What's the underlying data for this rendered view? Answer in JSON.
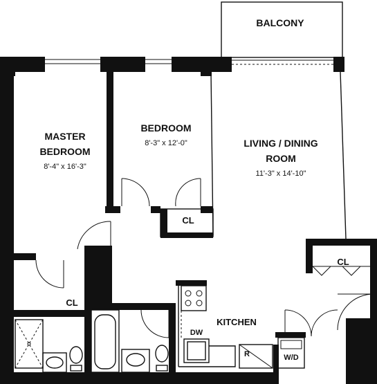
{
  "rooms": {
    "balcony": {
      "name": "BALCONY"
    },
    "master_bedroom": {
      "name_line1": "MASTER",
      "name_line2": "BEDROOM",
      "dims": "8'-4\" x 16'-3\""
    },
    "bedroom": {
      "name": "BEDROOM",
      "dims": "8'-3\" x 12'-0\""
    },
    "living_dining": {
      "name_line1": "LIVING / DINING",
      "name_line2": "ROOM",
      "dims": "11'-3\" x 14'-10\""
    },
    "kitchen": {
      "name": "KITCHEN"
    }
  },
  "closets": {
    "bedroom_closet": "CL",
    "living_closet": "CL",
    "hall_closet": "CL"
  },
  "appliances": {
    "dishwasher": "DW",
    "refrigerator": "R",
    "washer_dryer": "W/D"
  },
  "colors": {
    "walls": "#111111",
    "background": "#ffffff"
  }
}
